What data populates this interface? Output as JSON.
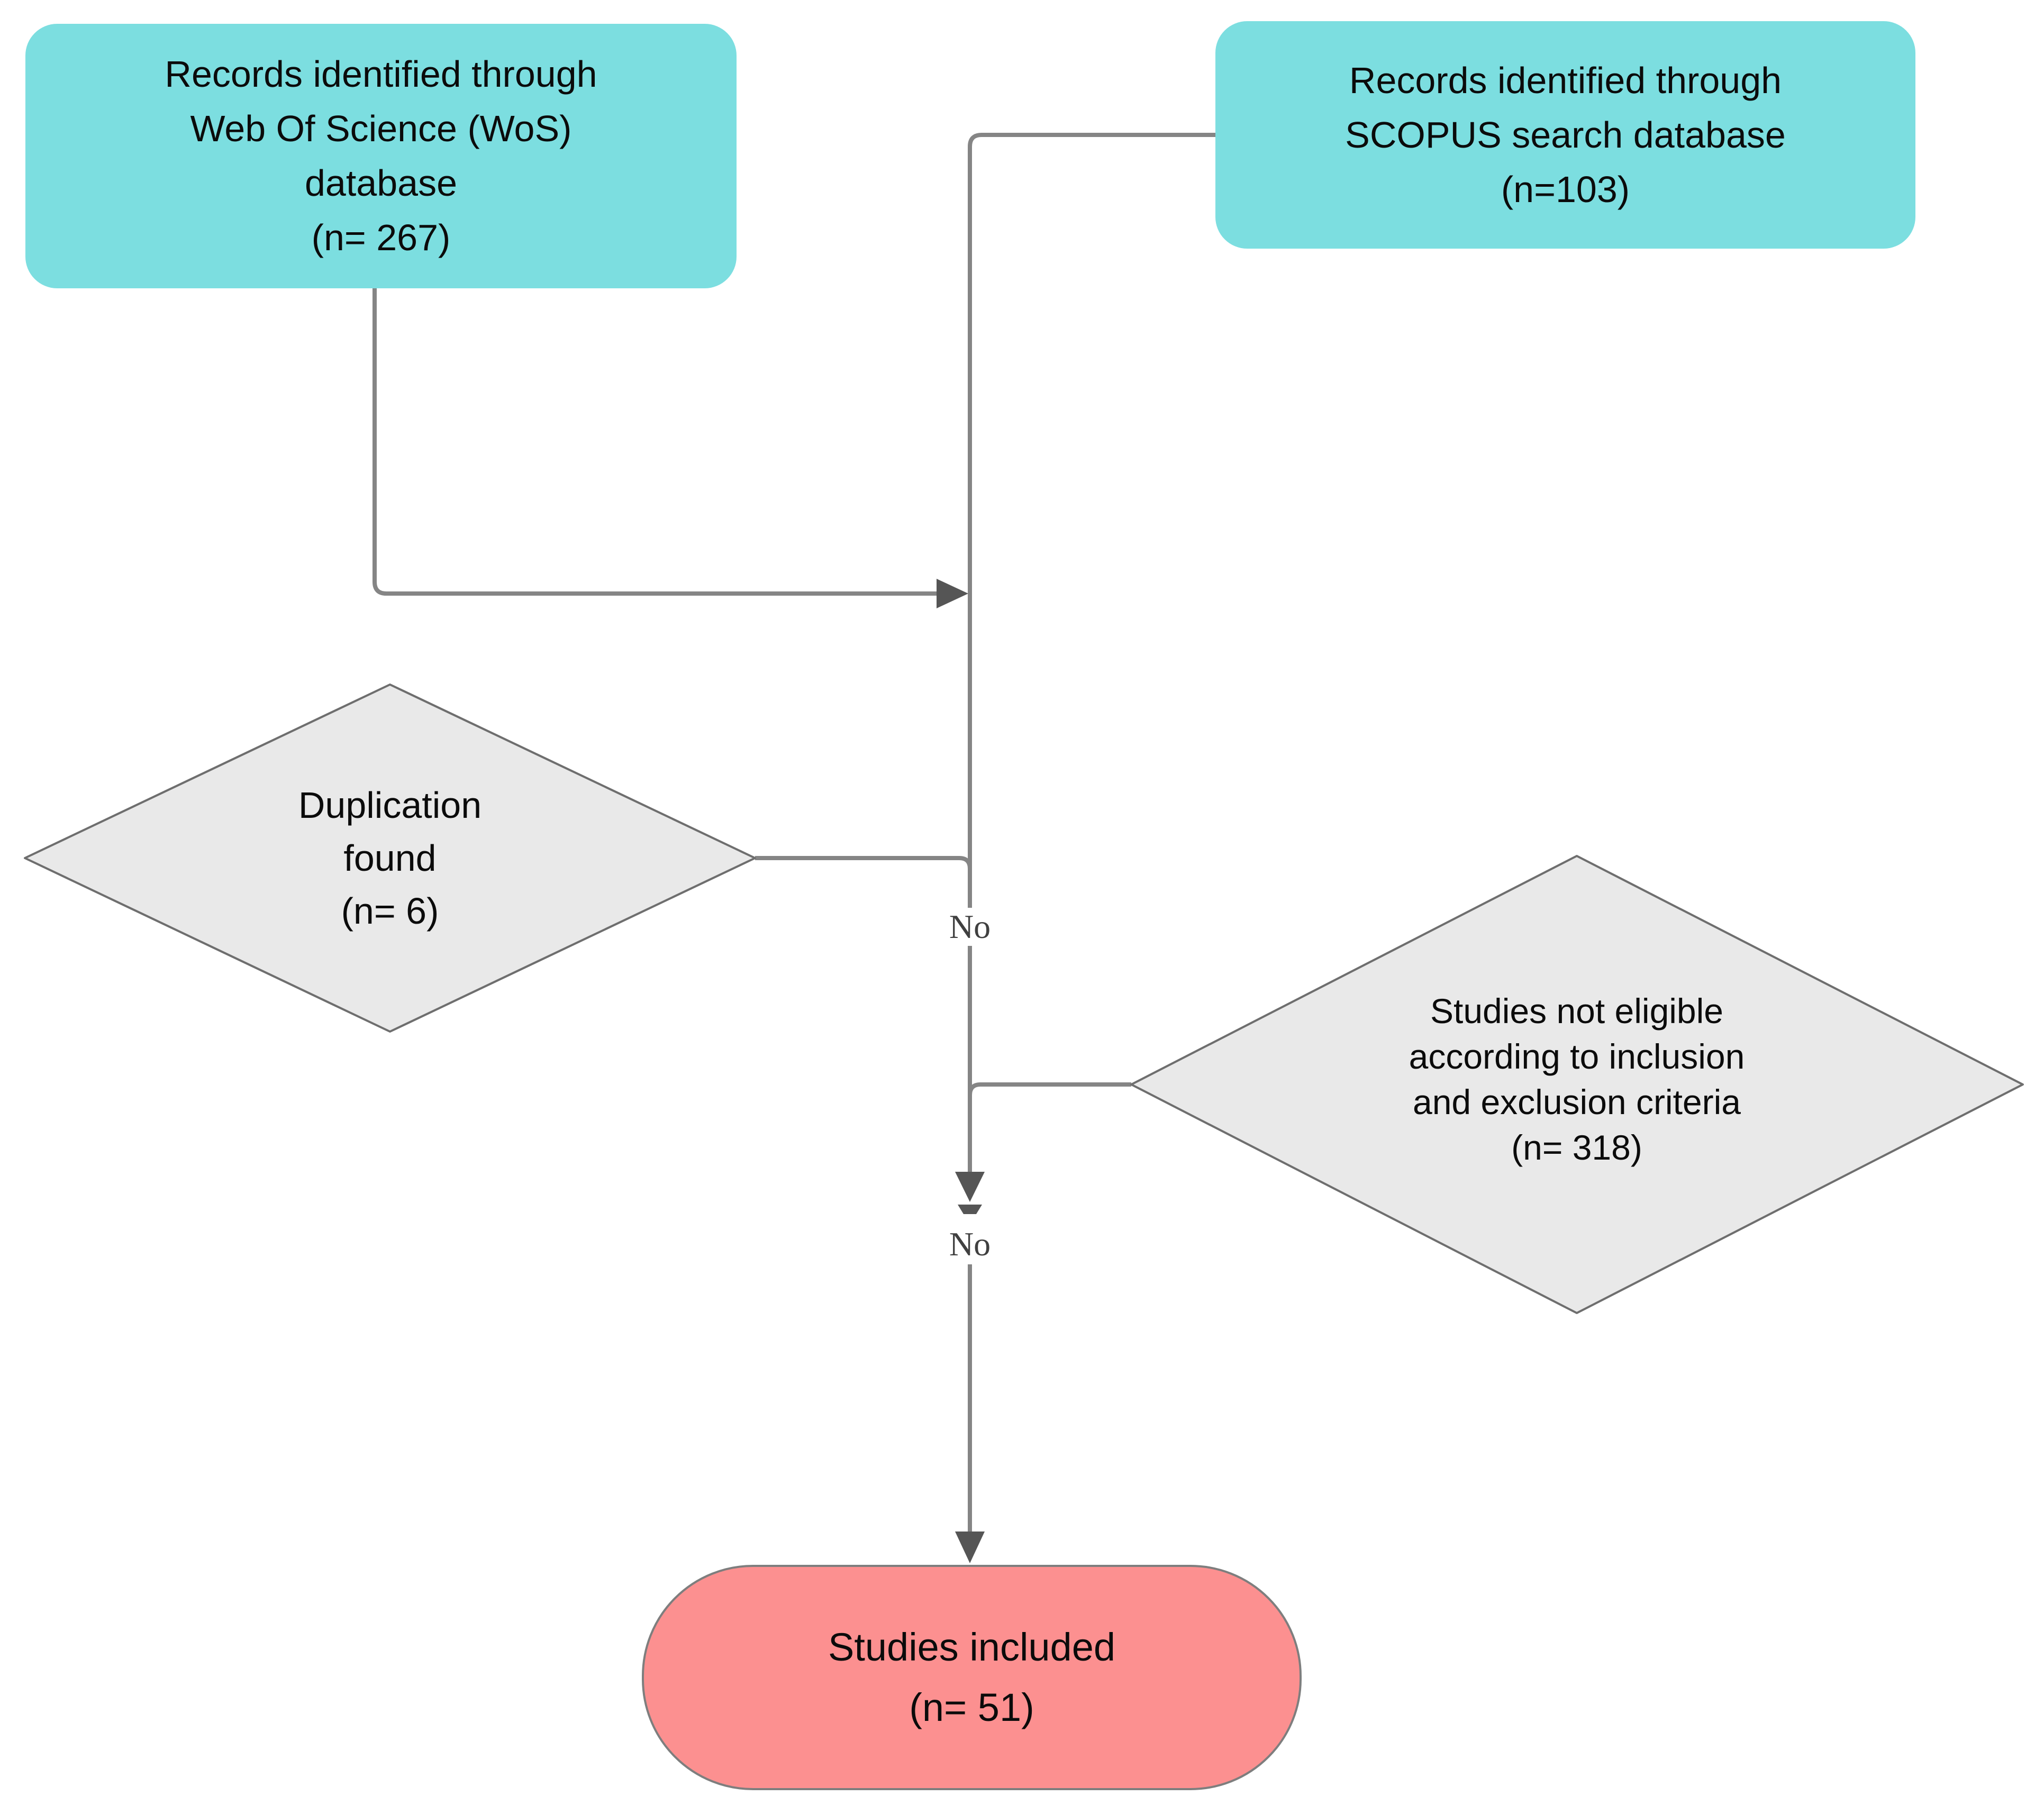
{
  "diagram": {
    "type": "flowchart",
    "background": "#ffffff"
  },
  "colors": {
    "source_box_fill": "#7CDEE0",
    "decision_fill": "#E9E9E9",
    "decision_stroke": "#6E6E6E",
    "result_fill": "#FC9090",
    "result_stroke": "#7E7E7E",
    "connector": "#858585",
    "arrowhead": "#555555",
    "node_text": "#0B0B0B",
    "edge_label_text": "#404040"
  },
  "nodes": {
    "wos": {
      "shape": "rounded-rectangle",
      "lines": [
        "Records identified through",
        "Web Of Science (WoS)",
        "database",
        "(n= 267)"
      ]
    },
    "scopus": {
      "shape": "rounded-rectangle",
      "lines": [
        "Records identified through",
        "SCOPUS search database",
        "(n=103)"
      ]
    },
    "duplication": {
      "shape": "diamond",
      "lines": [
        "Duplication",
        "found",
        "(n= 6)"
      ]
    },
    "eligibility": {
      "shape": "diamond",
      "lines": [
        "Studies not eligible",
        "according to inclusion",
        "and exclusion criteria",
        "(n= 318)"
      ]
    },
    "included": {
      "shape": "stadium",
      "lines": [
        "Studies included",
        "(n= 51)"
      ]
    }
  },
  "edge_labels": {
    "no1": "No",
    "no2": "No"
  }
}
